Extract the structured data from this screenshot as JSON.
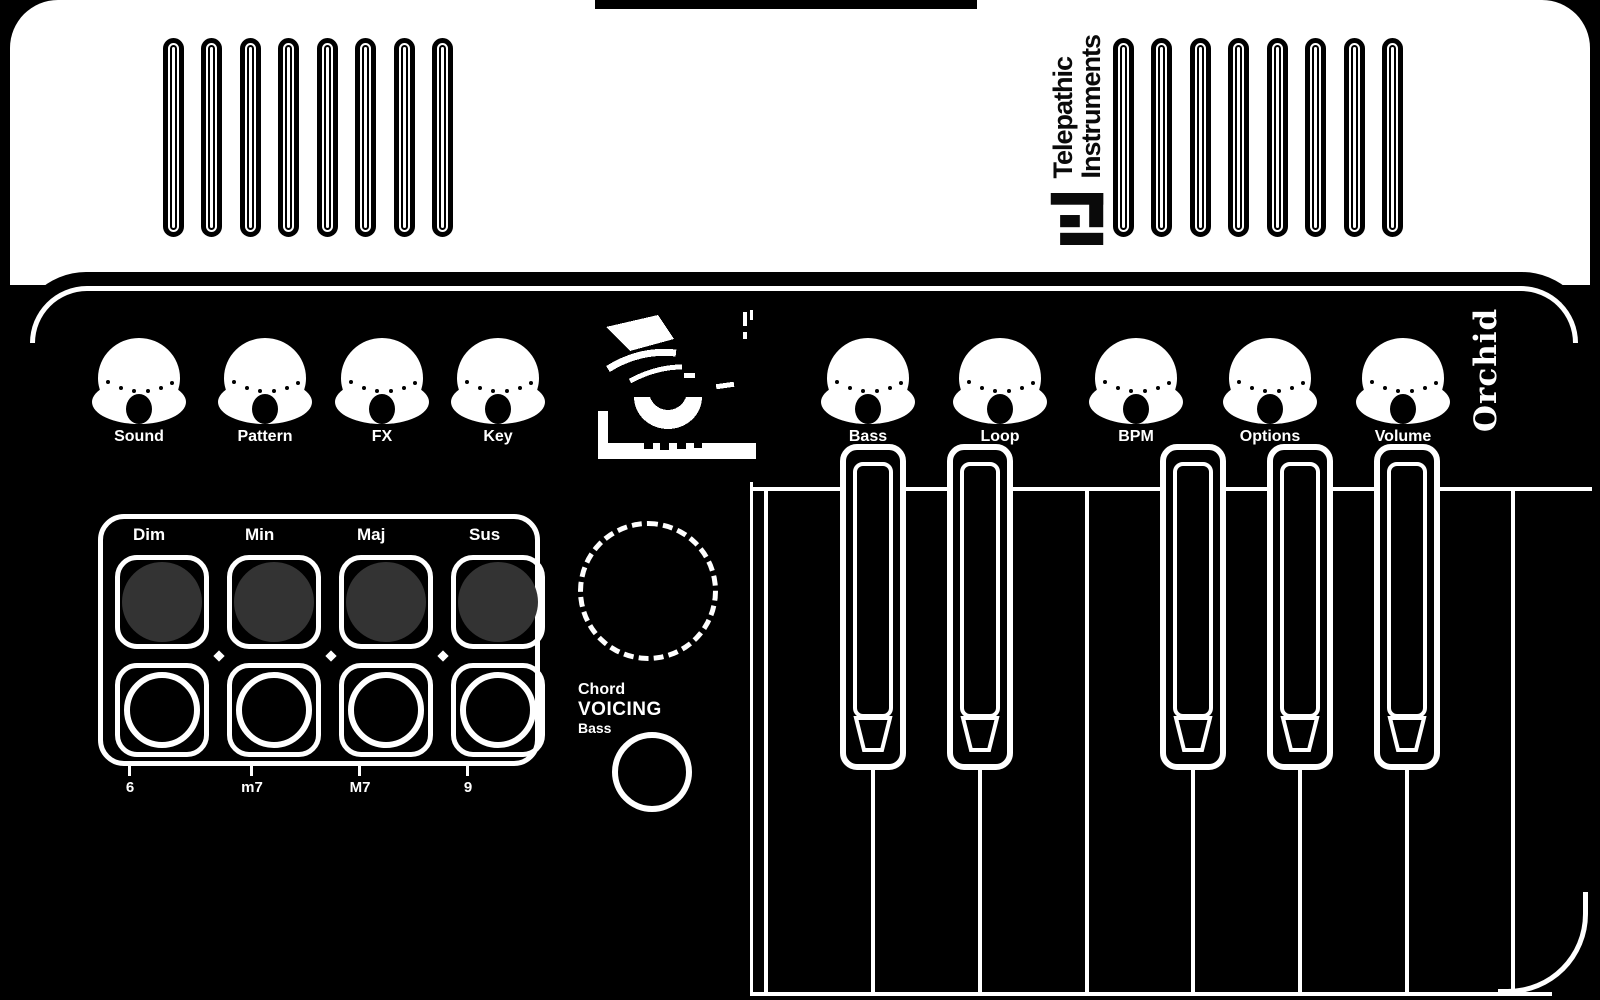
{
  "brand": {
    "name_line1": "Telepathic",
    "name_line2": "Instruments",
    "product": "Orchid"
  },
  "knobs": {
    "left": [
      {
        "label": "Sound"
      },
      {
        "label": "Pattern"
      },
      {
        "label": "FX"
      },
      {
        "label": "Key"
      }
    ],
    "right": [
      {
        "label": "Bass"
      },
      {
        "label": "Loop"
      },
      {
        "label": "BPM"
      },
      {
        "label": "Options"
      },
      {
        "label": "Volume"
      }
    ]
  },
  "chord_pads": {
    "column_labels": [
      "Dim",
      "Min",
      "Maj",
      "Sus"
    ],
    "extension_labels": [
      "6",
      "m7",
      "M7",
      "9"
    ]
  },
  "encoder": {
    "mode_labels": [
      "Chord",
      "VOICING",
      "Bass"
    ]
  },
  "display": {
    "content": "pixelated-eye-graphic"
  },
  "colors": {
    "casing": "#ffffff",
    "panel": "#000000",
    "pad_active_fill": "#333333",
    "line": "#ffffff"
  }
}
